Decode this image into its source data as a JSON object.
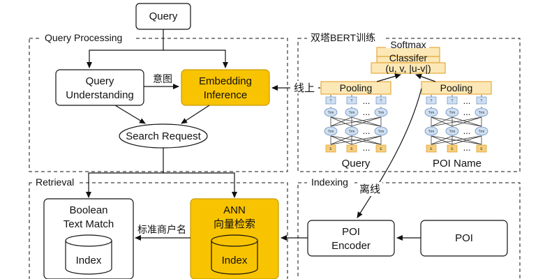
{
  "sections": {
    "query_processing": "Query Processing",
    "bert": "双塔BERT训练",
    "retrieval": "Retrieval",
    "indexing": "Indexing"
  },
  "nodes": {
    "query": "Query",
    "qu_line1": "Query",
    "qu_line2": "Understanding",
    "emb_line1": "Embedding",
    "emb_line2": "Inference",
    "search_request": "Search Request",
    "boolean_line1": "Boolean",
    "boolean_line2": "Text Match",
    "index_left": "Index",
    "ann_line1": "ANN",
    "ann_line2": "向量检索",
    "index_right": "Index",
    "poi_enc_line1": "POI",
    "poi_enc_line2": "Encoder",
    "poi": "POI"
  },
  "edge_labels": {
    "intent": "意图",
    "online": "线上",
    "offline": "离线",
    "merchant_name": "标准商户名"
  },
  "bert": {
    "softmax_line1": "Softmax",
    "softmax_line2": "Classifer",
    "uv_label": "(u, v, |u-v|)",
    "pooling_left": "Pooling",
    "pooling_right": "Pooling",
    "tower_left_label": "Query",
    "tower_right_label": "POI Name",
    "tok_top": [
      "T",
      "T",
      "T"
    ],
    "trm": [
      "Trm",
      "Trm",
      "Trm"
    ],
    "tok_bottom": [
      "E",
      "E",
      "E"
    ],
    "ellipsis": "..."
  },
  "colors": {
    "accent_yellow": "#f8c300",
    "pool_fill": "#fbe8b6",
    "trm_blue": "#cfe0f3"
  }
}
